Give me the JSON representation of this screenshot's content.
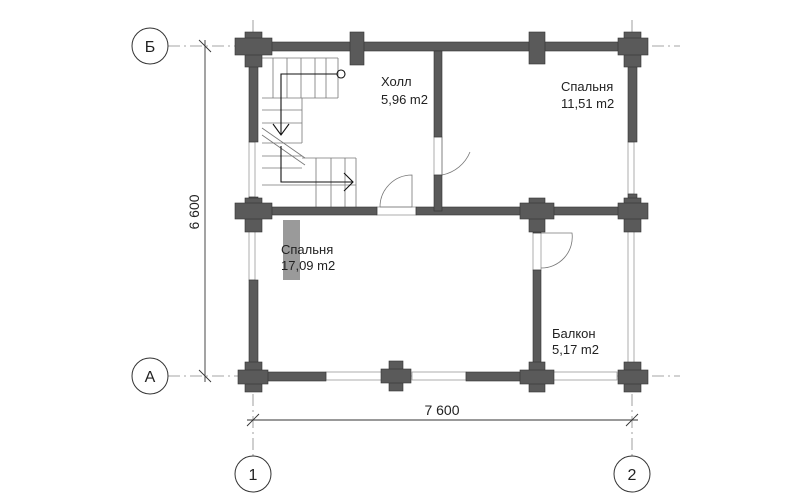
{
  "axes": {
    "row_b": "Б",
    "row_a": "А",
    "col_1": "1",
    "col_2": "2"
  },
  "dimensions": {
    "height": "6 600",
    "width": "7 600"
  },
  "rooms": [
    {
      "name": "Холл",
      "area": "5,96 m2"
    },
    {
      "name": "Спальня",
      "area": "11,51 m2"
    },
    {
      "name": "Спальня",
      "area": "17,09 m2"
    },
    {
      "name": "Балкон",
      "area": "5,17 m2"
    }
  ],
  "colors": {
    "wall": "#5a5a5a",
    "chimney": "#9a9a9a"
  }
}
